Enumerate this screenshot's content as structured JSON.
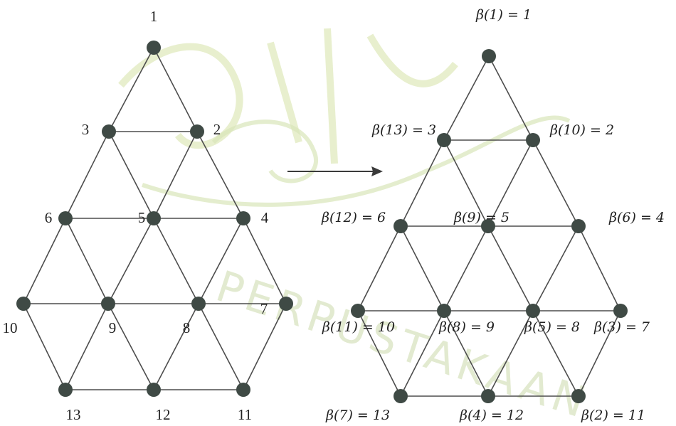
{
  "graph": {
    "vertices": [
      "1",
      "2",
      "3",
      "4",
      "5",
      "6",
      "7",
      "8",
      "9",
      "10",
      "11",
      "12",
      "13"
    ],
    "edges": [
      [
        "1",
        "2"
      ],
      [
        "1",
        "3"
      ],
      [
        "2",
        "3"
      ],
      [
        "2",
        "5"
      ],
      [
        "3",
        "5"
      ],
      [
        "2",
        "4"
      ],
      [
        "3",
        "6"
      ],
      [
        "4",
        "5"
      ],
      [
        "5",
        "6"
      ],
      [
        "4",
        "8"
      ],
      [
        "5",
        "8"
      ],
      [
        "5",
        "9"
      ],
      [
        "6",
        "9"
      ],
      [
        "4",
        "7"
      ],
      [
        "6",
        "10"
      ],
      [
        "7",
        "8"
      ],
      [
        "8",
        "9"
      ],
      [
        "9",
        "10"
      ],
      [
        "7",
        "11"
      ],
      [
        "8",
        "11"
      ],
      [
        "8",
        "12"
      ],
      [
        "9",
        "12"
      ],
      [
        "9",
        "13"
      ],
      [
        "10",
        "13"
      ],
      [
        "11",
        "12"
      ],
      [
        "12",
        "13"
      ]
    ]
  },
  "left_labels": {
    "1": "1",
    "2": "2",
    "3": "3",
    "4": "4",
    "5": "5",
    "6": "6",
    "7": "7",
    "8": "8",
    "9": "9",
    "10": "10",
    "11": "11",
    "12": "12",
    "13": "13"
  },
  "right_labels": {
    "1": "β(1) = 1",
    "2": "β(10) = 2",
    "3": "β(13) = 3",
    "4": "β(6) = 4",
    "5": "β(9) = 5",
    "6": "β(12) = 6",
    "7": "β(3) = 7",
    "8": "β(5) = 8",
    "9": "β(8) = 9",
    "10": "β(11) = 10",
    "11": "β(2) = 11",
    "12": "β(4) = 12",
    "13": "β(7) = 13"
  },
  "colors": {
    "edge": "#4d4d4d",
    "vertex": "#3f4a45",
    "watermark": "#e4ecc6"
  }
}
